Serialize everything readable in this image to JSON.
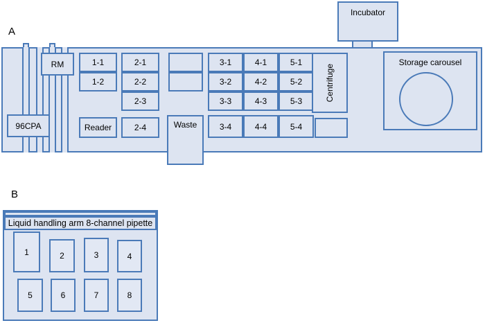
{
  "figure": {
    "panels": [
      {
        "letter": "A",
        "name": "deck-layout"
      },
      {
        "letter": "B",
        "name": "pipette-head-layout"
      }
    ]
  },
  "panelA": {
    "letter": "A",
    "modules": {
      "cpa": "96CPA",
      "rm": "RM",
      "reader": "Reader",
      "waste": "Waste",
      "centrifuge": "Centrifuge",
      "incubator": "Incubator",
      "storage_carousel": "Storage carousel"
    },
    "nest_columns": [
      {
        "column": "1",
        "cells": [
          "1-1",
          "1-2"
        ]
      },
      {
        "column": "2",
        "cells": [
          "2-1",
          "2-2",
          "2-3",
          "2-4"
        ]
      },
      {
        "column": "3",
        "cells": [
          "3-1",
          "3-2",
          "3-3",
          "3-4"
        ]
      },
      {
        "column": "4",
        "cells": [
          "4-1",
          "4-2",
          "4-3",
          "4-4"
        ]
      },
      {
        "column": "5",
        "cells": [
          "5-1",
          "5-2",
          "5-3",
          "5-4"
        ]
      }
    ],
    "empty_positions": [
      {
        "name": "empty-slot-upper"
      },
      {
        "name": "empty-slot-lower"
      },
      {
        "name": "empty-slot-centrifuge-adjacent"
      }
    ],
    "rails": [
      {
        "name": "rail-1"
      },
      {
        "name": "rail-2"
      },
      {
        "name": "rail-3"
      },
      {
        "name": "rail-4"
      }
    ]
  },
  "panelB": {
    "letter": "B",
    "title": "Liquid handling arm 8-channel pipette",
    "channels": [
      "1",
      "2",
      "3",
      "4",
      "5",
      "6",
      "7",
      "8"
    ]
  },
  "colors": {
    "fill": "#dde4f1",
    "stroke": "#4a7ab8",
    "background": "#ffffff",
    "text": "#000000"
  }
}
